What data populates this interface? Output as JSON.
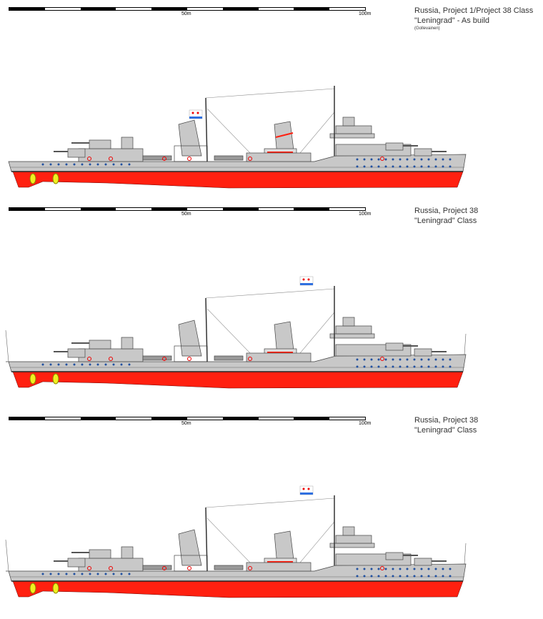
{
  "scale": {
    "mid_label": "50m",
    "end_label": "100m"
  },
  "plates": [
    {
      "title": "Russia, Project 1/Project 38 Class",
      "subtitle": "\"Leningrad\" - As build",
      "credit": "(Gollevainen)"
    },
    {
      "title": "Russia, Project 38",
      "subtitle": "\"Leningrad\"  Class"
    },
    {
      "title": "Russia, Project 38",
      "subtitle": "\"Leningrad\"  Class"
    }
  ],
  "colors": {
    "hull": "#c8c8c8",
    "antifouling": "#ff2010",
    "portholes": "#2050a0",
    "propeller": "#f0f020"
  }
}
